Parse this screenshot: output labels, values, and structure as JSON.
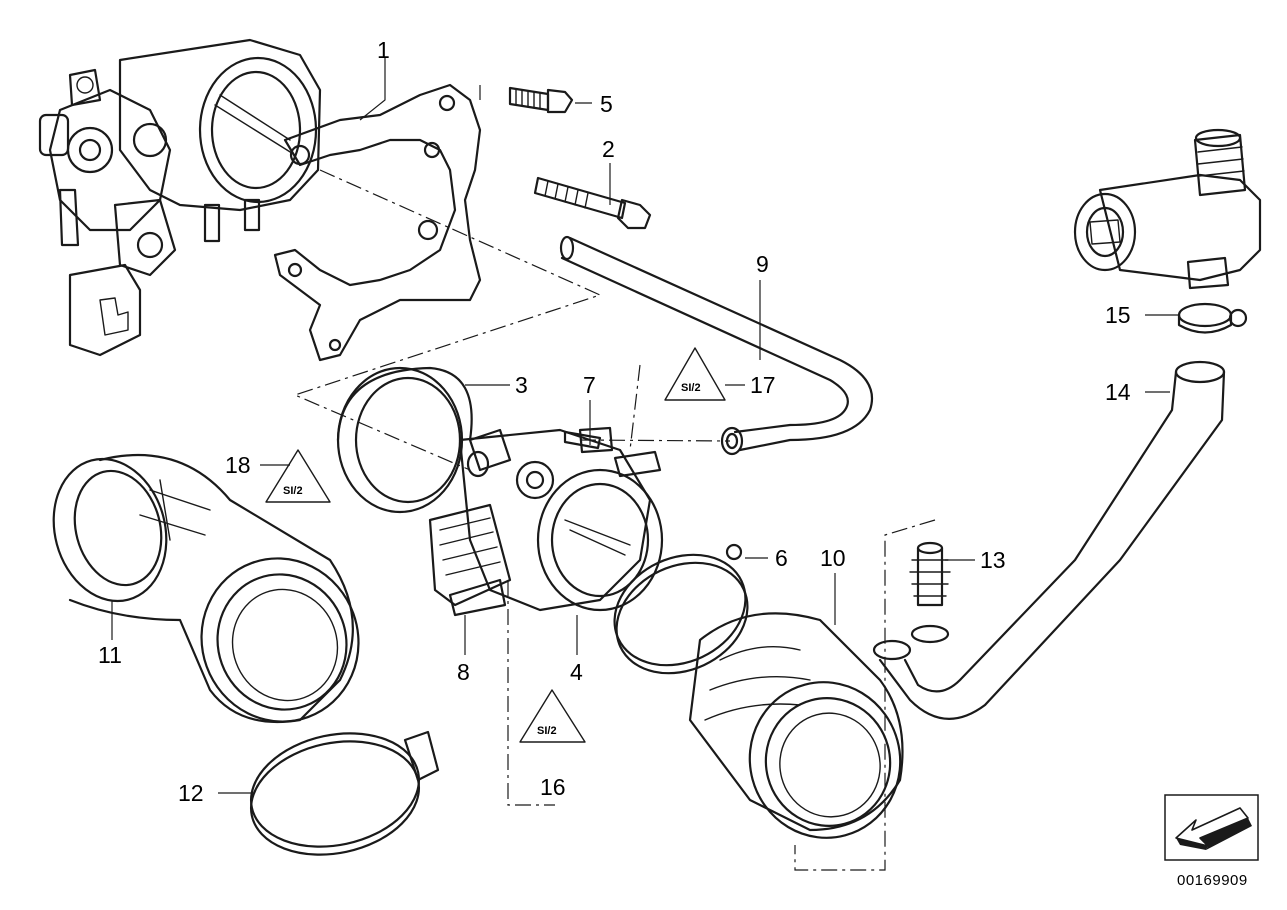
{
  "callouts": {
    "c1": "1",
    "c2": "2",
    "c3": "3",
    "c4": "4",
    "c5": "5",
    "c6": "6",
    "c7": "7",
    "c8": "8",
    "c9": "9",
    "c10": "10",
    "c11": "11",
    "c12": "12",
    "c13": "13",
    "c14": "14",
    "c15": "15",
    "c16": "16",
    "c17": "17",
    "c18": "18"
  },
  "document_number": "00169909"
}
